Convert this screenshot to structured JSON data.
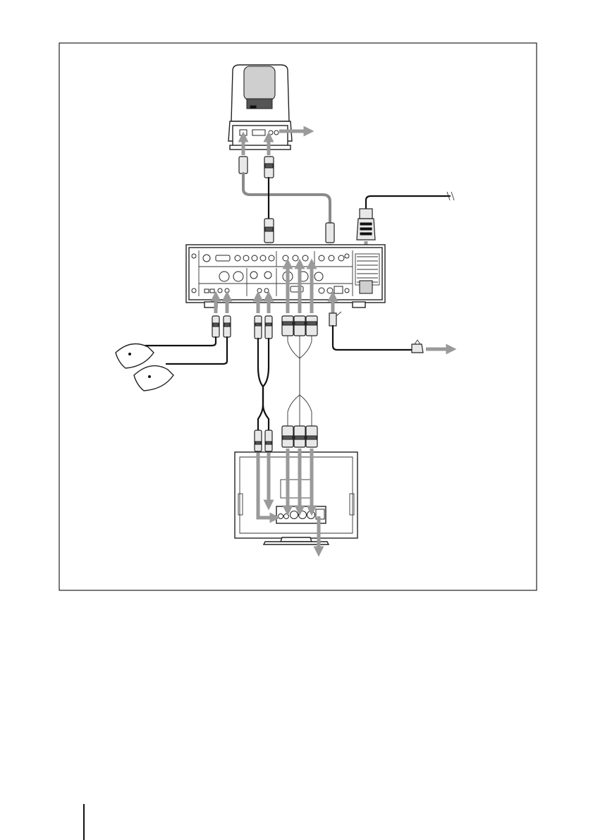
{
  "diagram": {
    "frame": "connection-diagram-frame",
    "components": [
      {
        "id": "camera",
        "icon": "ptz-camera-icon"
      },
      {
        "id": "main-unit",
        "icon": "codec-unit-icon"
      },
      {
        "id": "microphone-1",
        "icon": "microphone-icon"
      },
      {
        "id": "microphone-2",
        "icon": "microphone-icon"
      },
      {
        "id": "monitor",
        "icon": "monitor-icon"
      },
      {
        "id": "power-plug",
        "icon": "power-plug-icon"
      },
      {
        "id": "lan-plug",
        "icon": "lan-plug-icon"
      }
    ],
    "colors": {
      "line": "#222222",
      "arrow": "#9a9a9a",
      "background": "#ffffff"
    }
  }
}
